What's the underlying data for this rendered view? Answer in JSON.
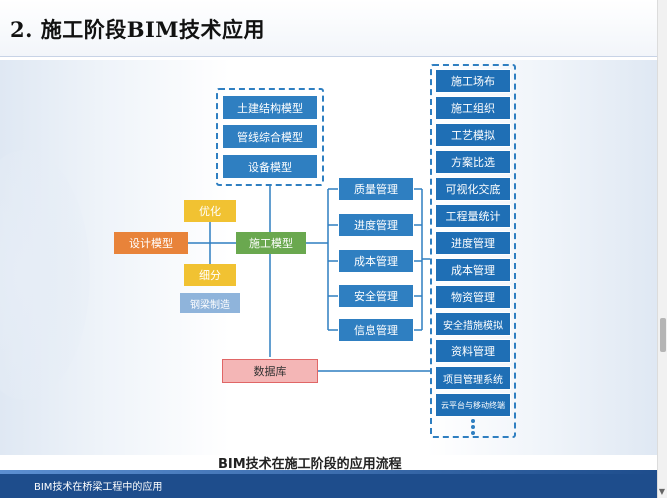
{
  "slide": {
    "title": "2. 施工阶段BIM技术应用",
    "footer": "BIM技术在桥梁工程中的应用"
  },
  "diagram": {
    "caption": "BIM技术在施工阶段的应用流程",
    "top_models": [
      "土建结构模型",
      "管线综合模型",
      "设备模型"
    ],
    "center": "施工模型",
    "design_model": "设计模型",
    "optimize": "优化",
    "refine": "细分",
    "steel": "钢梁制造",
    "database": "数据库",
    "management": [
      "质量管理",
      "进度管理",
      "成本管理",
      "安全管理",
      "信息管理"
    ],
    "applications": [
      "施工场布",
      "施工组织",
      "工艺模拟",
      "方案比选",
      "可视化交底",
      "工程量统计",
      "进度管理",
      "成本管理",
      "物资管理",
      "安全措施模拟",
      "资料管理",
      "项目管理系统",
      "云平台与移动终端"
    ],
    "more_icon": "vertical-dots-icon"
  },
  "colors": {
    "blue": "#2f7fc1",
    "green": "#6aa84f",
    "orange": "#e8833a",
    "yellow": "#f1c232",
    "light_blue": "#8fb4db",
    "pink": "#f4b6b6",
    "red_border": "#e06666",
    "footer": "#1e4d8c"
  }
}
